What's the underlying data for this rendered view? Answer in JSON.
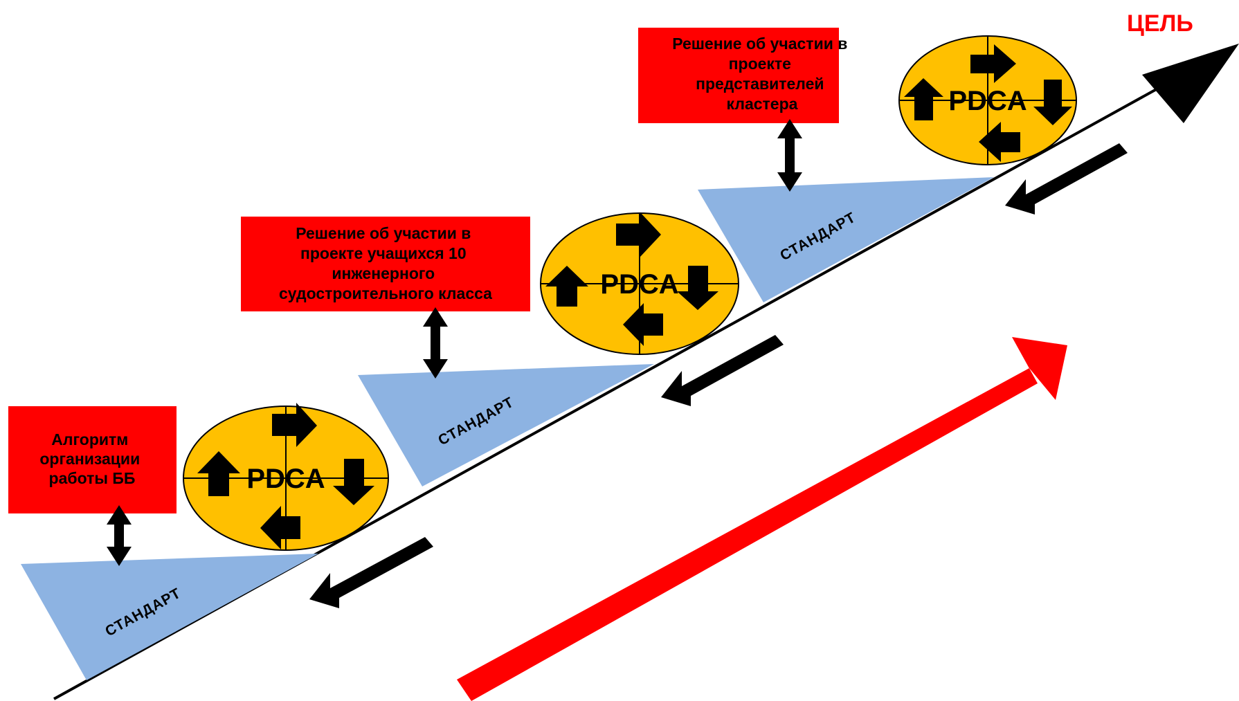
{
  "goal_label": "ЦЕЛЬ",
  "colors": {
    "box": "#ff0000",
    "ellipse": "#ffc000",
    "standard_wedge": "#8db3e2",
    "arrow_black": "#000000",
    "progress_arrow": "#ff0000",
    "goal_text": "#ff0000"
  },
  "steps": [
    {
      "box_lines": [
        "Алгоритм",
        "организации",
        "работы ББ"
      ],
      "pdca_label": "PDCA",
      "standard_label": "СТАНДАРТ"
    },
    {
      "box_lines": [
        "Решение об участии в",
        "проекте учащихся 10",
        "инженерного",
        "судостроительного класса"
      ],
      "pdca_label": "PDCA",
      "standard_label": "СТАНДАРТ"
    },
    {
      "box_lines": [
        "Решение об участии в",
        "проекте",
        "представителей",
        "кластера"
      ],
      "pdca_label": "PDCA",
      "standard_label": "СТАНДАРТ"
    }
  ]
}
